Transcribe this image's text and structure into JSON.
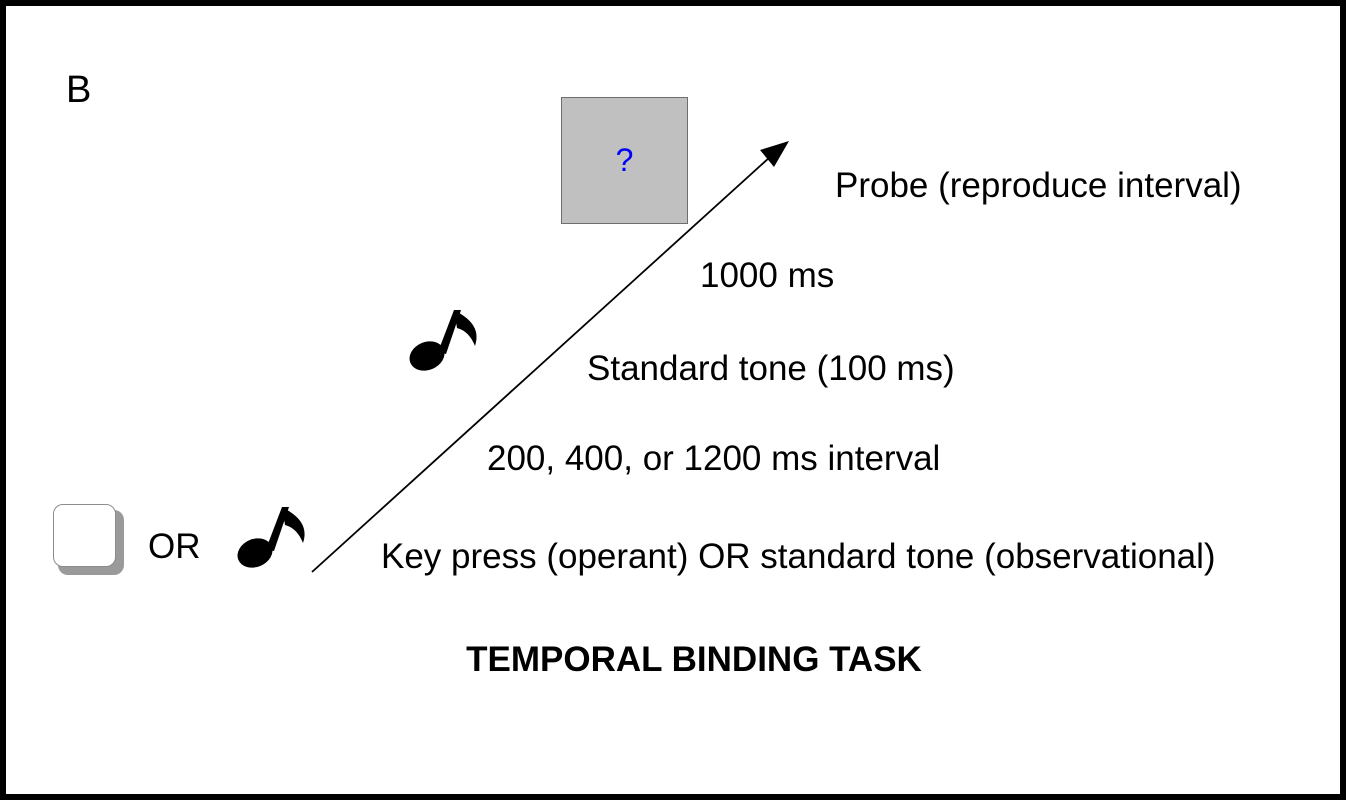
{
  "panel_letter": "B",
  "probe_box": {
    "mark": "?",
    "mark_color": "#0000ff",
    "fill_color": "#c0c0c0"
  },
  "labels": {
    "probe": "Probe (reproduce interval)",
    "delay": "1000 ms",
    "standard_tone": "Standard tone (100 ms)",
    "interval": "200, 400, or 1200 ms interval",
    "action": "Key press (operant) OR standard tone (observational)",
    "or": "OR"
  },
  "title": "TEMPORAL BINDING TASK",
  "icons": [
    "key-icon",
    "music-note-icon",
    "music-note-icon",
    "timeline-arrow-icon"
  ],
  "colors": {
    "border": "#000000",
    "text": "#000000",
    "key_shadow": "#9a9a9a"
  }
}
